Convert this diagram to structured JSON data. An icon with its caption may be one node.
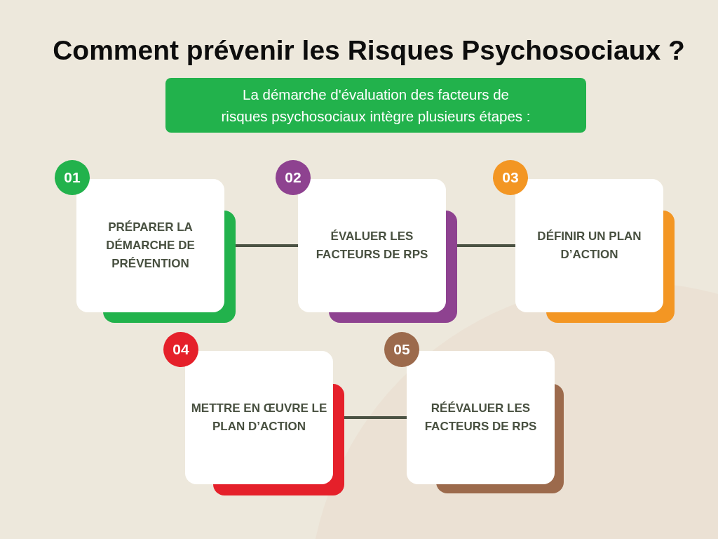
{
  "diagram": {
    "title": "Comment prévenir les Risques Psychosociaux ?",
    "nodes": [
      {
        "text": [
          "La démarche d'évaluation des facteurs de risques psychosociaux intègre plusieurs étapes :"
        ]
      },
      {
        "text": [
          "01"
        ]
      },
      {
        "text": [
          "PRÉPARER LA DÉMARCHE DE PRÉVENTION"
        ]
      },
      {
        "text": [
          "02"
        ]
      },
      {
        "text": [
          "ÉVALUER LES FACTEURS DE RPS"
        ]
      },
      {
        "text": [
          "03"
        ]
      },
      {
        "text": [
          "DÉFINIR UN PLAN D’ACTION"
        ]
      },
      {
        "text": [
          "04"
        ]
      },
      {
        "text": [
          "METTRE EN ŒUVRE LE PLAN D’ACTION"
        ]
      },
      {
        "text": [
          "05"
        ]
      },
      {
        "text": [
          "RÉÉVALUER LES FACTEURS DE RPS"
        ]
      }
    ],
    "edges": [
      {
        "from": 2,
        "to": 4,
        "arrow": "none"
      },
      {
        "from": 4,
        "to": 6,
        "arrow": "none"
      },
      {
        "from": 8,
        "to": 10,
        "arrow": "none"
      }
    ]
  }
}
